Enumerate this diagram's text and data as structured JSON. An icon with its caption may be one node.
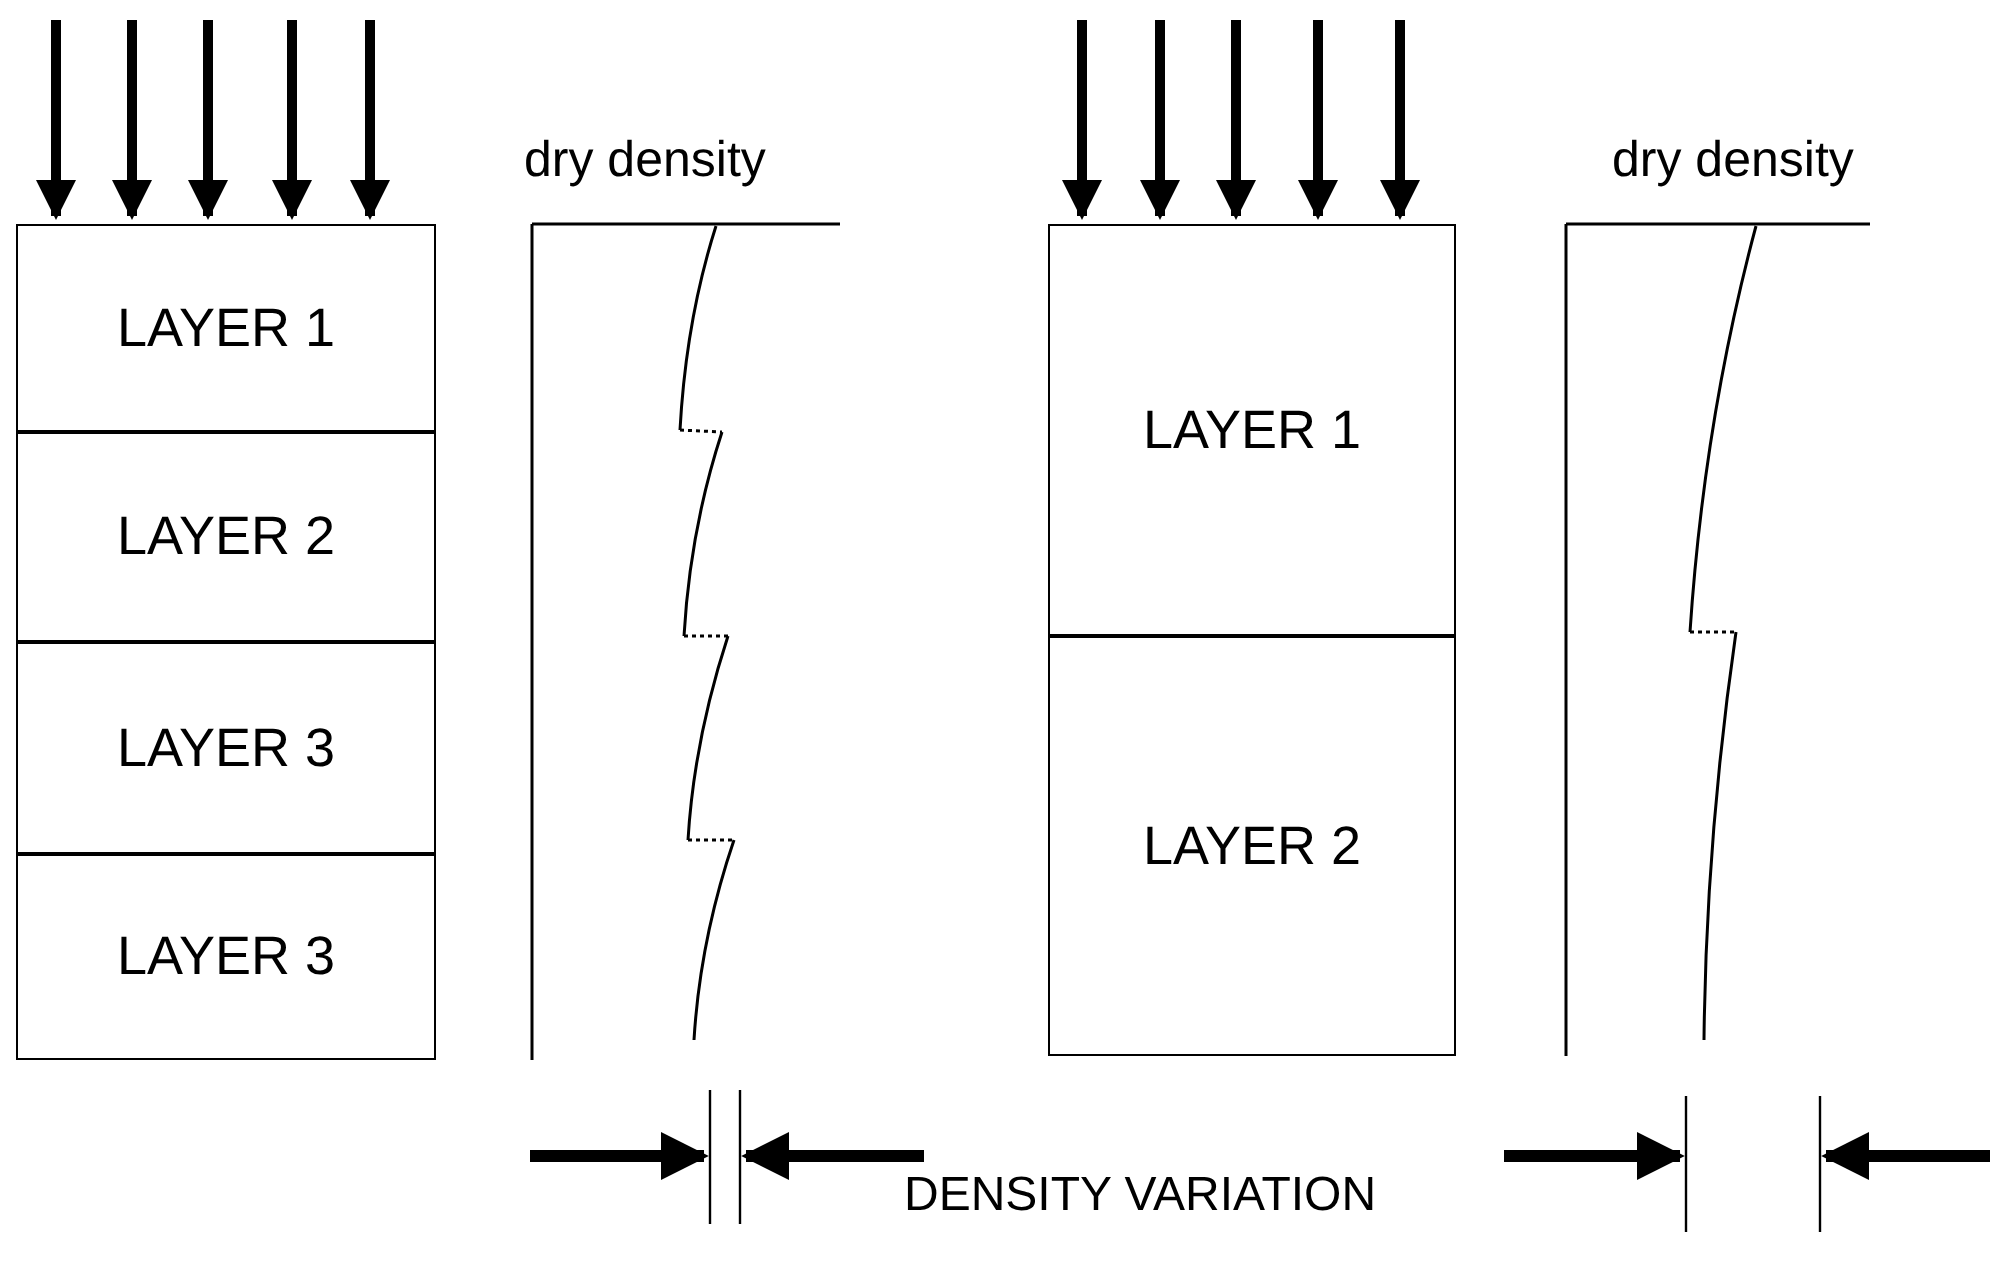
{
  "diagram": {
    "nodes": [
      {
        "text": [
          "LAYER 1"
        ]
      },
      {
        "text": [
          "LAYER 2"
        ]
      },
      {
        "text": [
          "LAYER 3"
        ]
      },
      {
        "text": [
          "LAYER 3"
        ]
      },
      {
        "text": [
          "LAYER 1"
        ]
      },
      {
        "text": [
          "LAYER 2"
        ]
      }
    ],
    "labels": [
      "dry density",
      "dry density",
      "DENSITY VARIATION"
    ]
  }
}
